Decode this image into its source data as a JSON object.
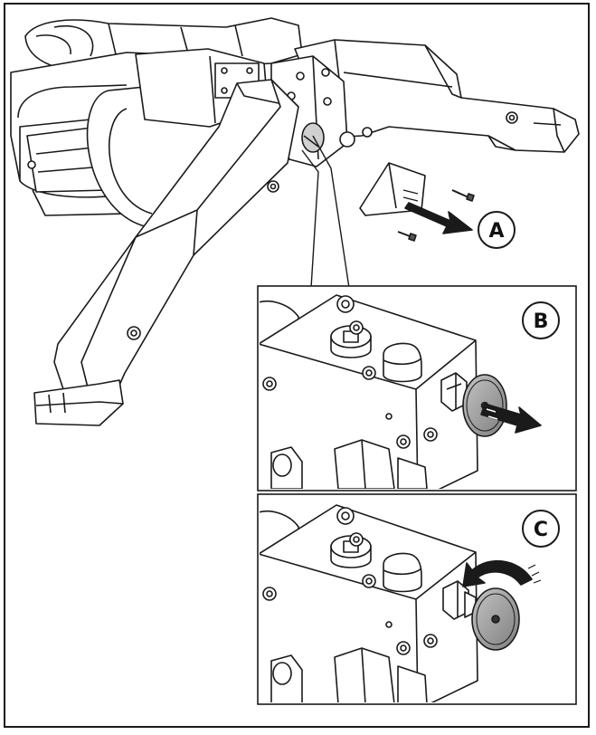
{
  "labels": {
    "a": "A",
    "b": "B",
    "c": "C"
  },
  "colors": {
    "line": "#1a1a1a",
    "fill": "#ffffff",
    "shade": "#d9d9d9",
    "dark": "#7a7a7a",
    "knob": "#9a9a9a"
  }
}
